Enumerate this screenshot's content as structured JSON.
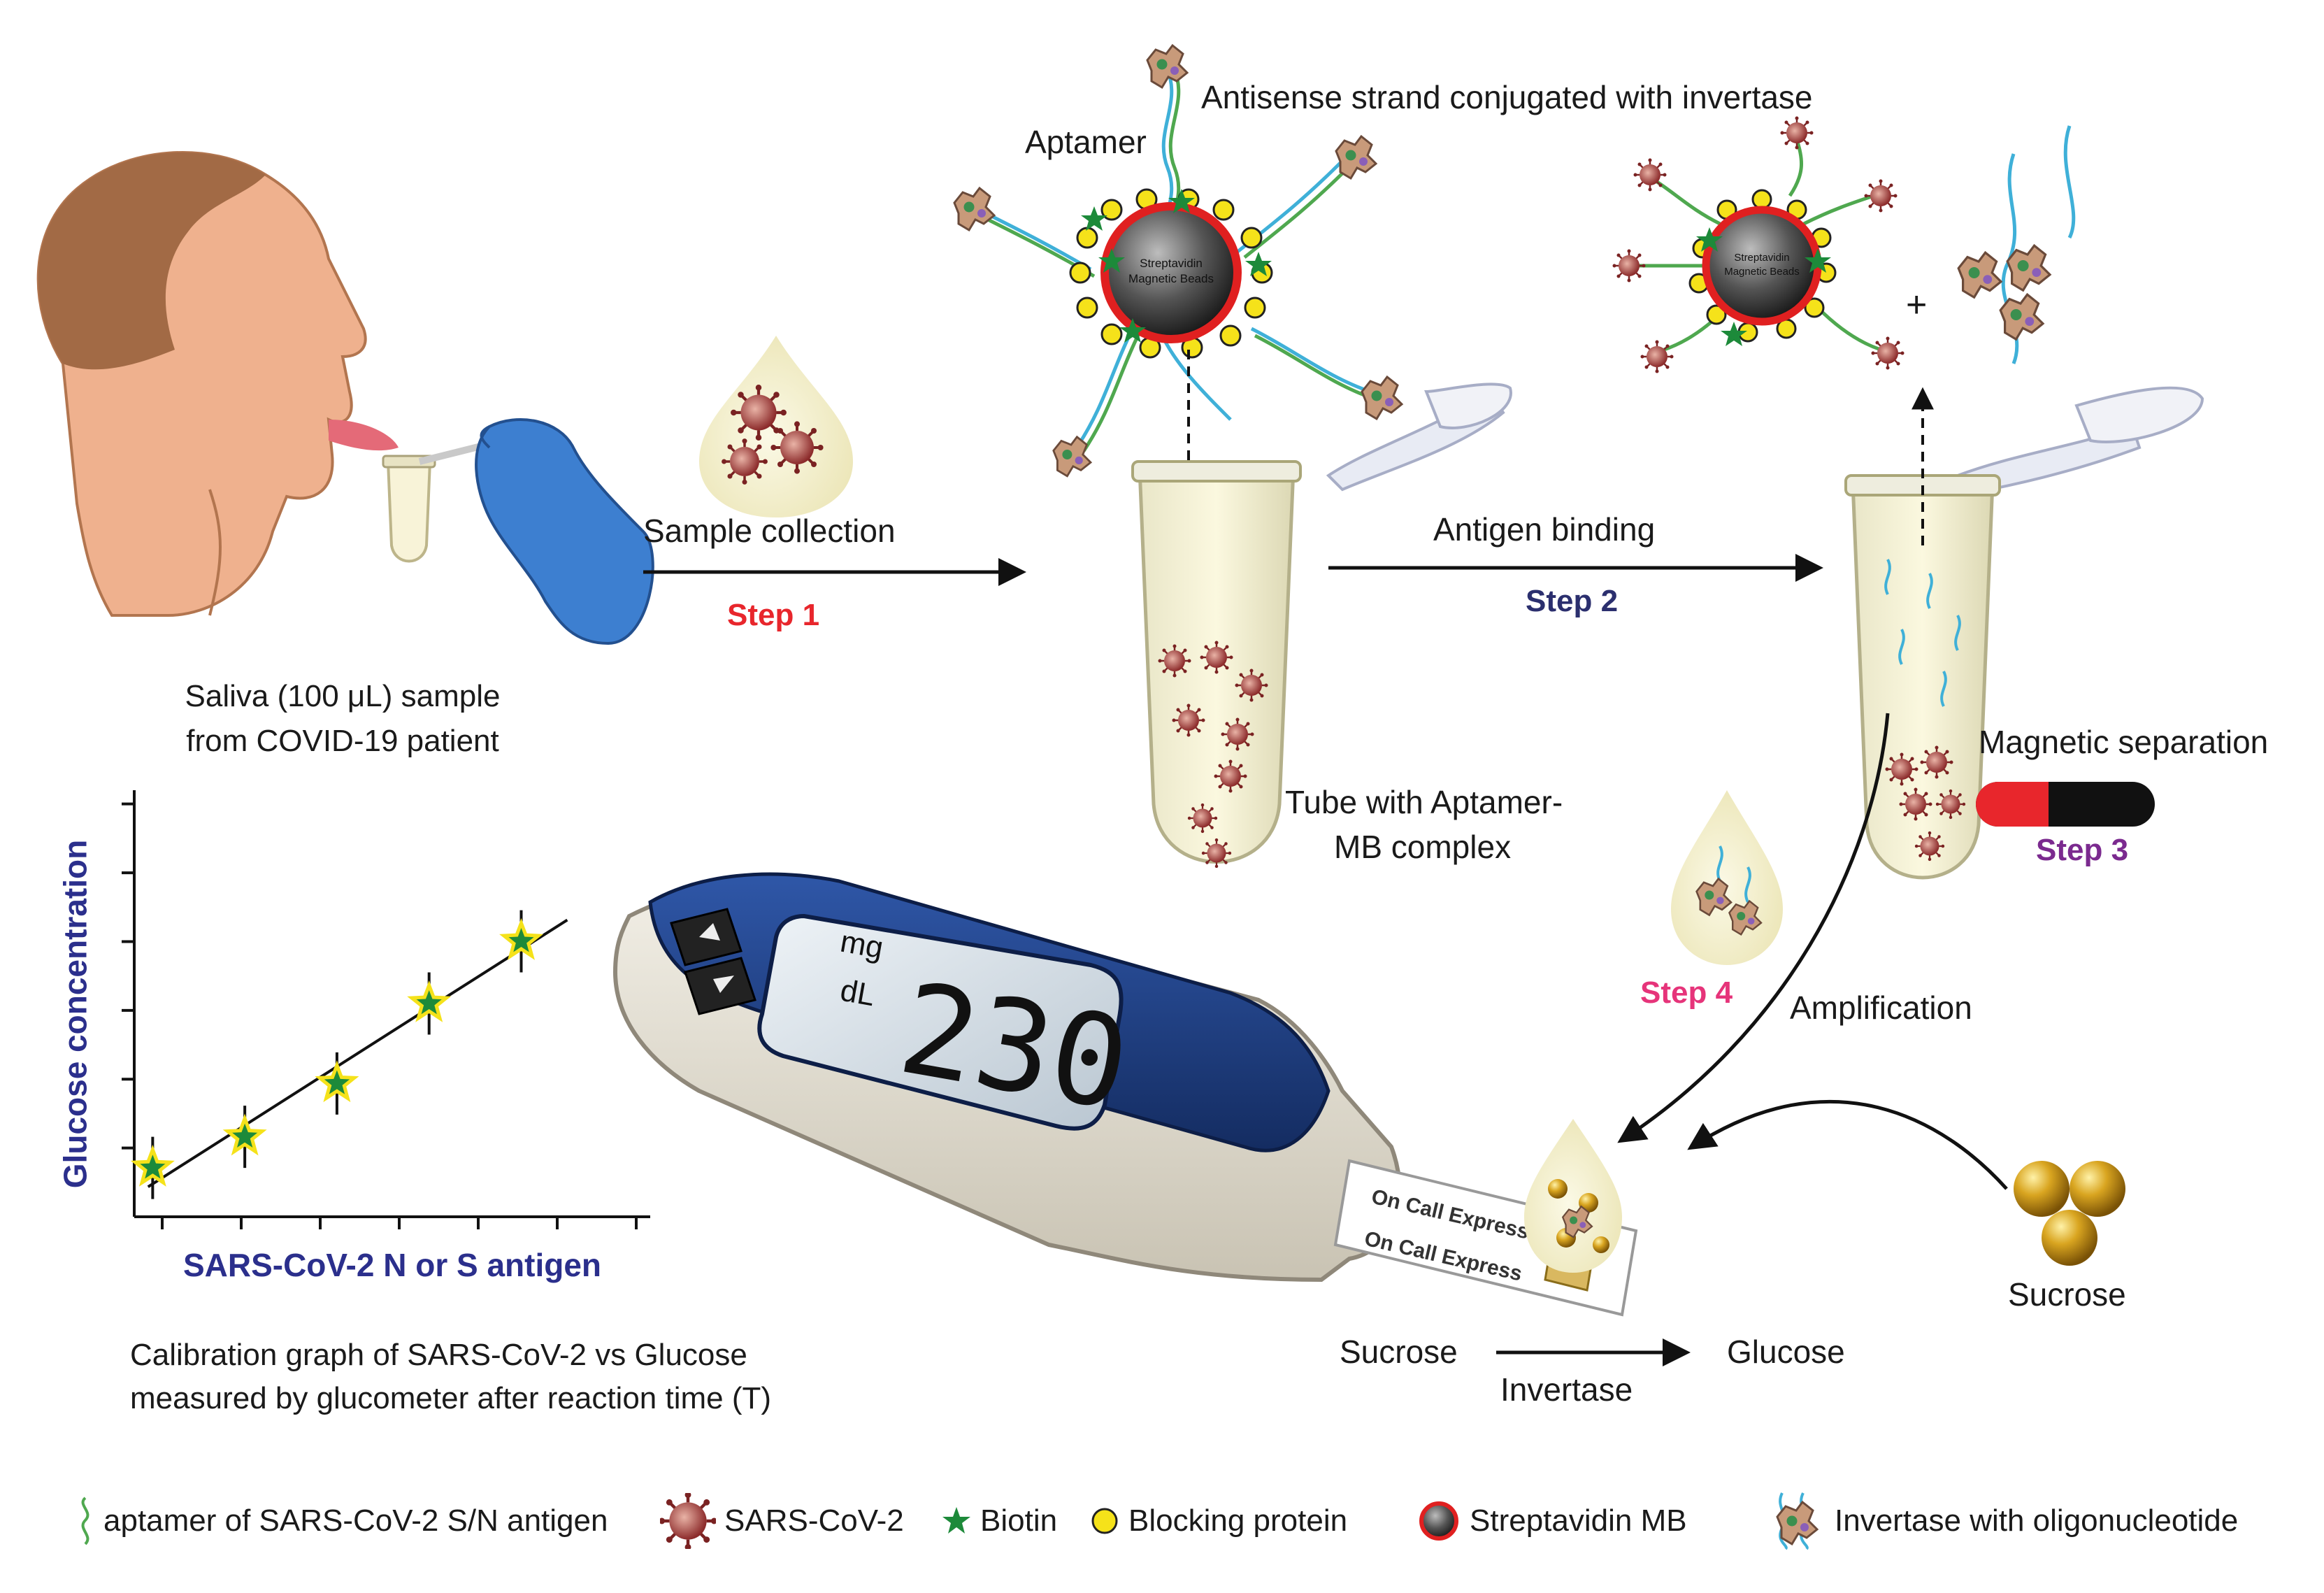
{
  "labels": {
    "top_antisense": "Antisense strand conjugated with invertase",
    "aptamer": "Aptamer",
    "bead_line1": "Streptavidin",
    "bead_line2": "Magnetic Beads",
    "plus": "+",
    "sample_collection": "Sample collection",
    "step1": "Step 1",
    "antigen_binding": "Antigen binding",
    "step2": "Step 2",
    "saliva_line1": "Saliva (100 μL) sample",
    "saliva_line2": "from COVID-19 patient",
    "tube_line1": "Tube with Aptamer-",
    "tube_line2": "MB complex",
    "magnetic_separation": "Magnetic separation",
    "step3": "Step 3",
    "step4": "Step 4",
    "amplification": "Amplification",
    "sucrose_right": "Sucrose",
    "reaction_sucrose": "Sucrose",
    "reaction_glucose": "Glucose",
    "reaction_enzyme": "Invertase",
    "caption_line1": "Calibration graph of SARS-CoV-2 vs Glucose",
    "caption_line2": "measured by glucometer after reaction time (T)",
    "strip_text": "On Call Express",
    "meter_unit_top": "mg",
    "meter_unit_bottom": "dL",
    "meter_reading": "230"
  },
  "chart_data": {
    "type": "scatter",
    "xlabel": "SARS-CoV-2 N or S antigen",
    "ylabel": "Glucose concentration",
    "x": [
      0,
      1,
      2,
      3,
      4
    ],
    "y": [
      0.55,
      0.9,
      1.5,
      2.4,
      3.1
    ],
    "error": [
      0.35,
      0.35,
      0.35,
      0.35,
      0.35
    ],
    "marker": "green star with yellow outline",
    "fit_line": true,
    "xlim": [
      -0.2,
      5.4
    ],
    "ylim": [
      0,
      4.8
    ]
  },
  "legend": [
    {
      "icon": "aptamer-strand",
      "label": "aptamer of SARS-CoV-2 S/N antigen"
    },
    {
      "icon": "virus",
      "label": "SARS-CoV-2"
    },
    {
      "icon": "biotin-star",
      "label": "Biotin"
    },
    {
      "icon": "blocking-protein-circle",
      "label": "Blocking protein"
    },
    {
      "icon": "streptavidin-bead",
      "label": "Streptavidin MB"
    },
    {
      "icon": "invertase-oligo",
      "label": "Invertase with oligonucleotide"
    }
  ],
  "colors": {
    "step1": "#e8262c",
    "step2": "#2b2f6e",
    "step3": "#7b2a8f",
    "step4": "#e6347a",
    "axis_label": "#2b2f8c",
    "biotin": "#1d8a3a",
    "blocking": "#f5e21a",
    "bead_ring": "#e02020",
    "meter_blue": "#1f3f86",
    "skin": "#e8a27a",
    "glove": "#3d7fd0"
  }
}
